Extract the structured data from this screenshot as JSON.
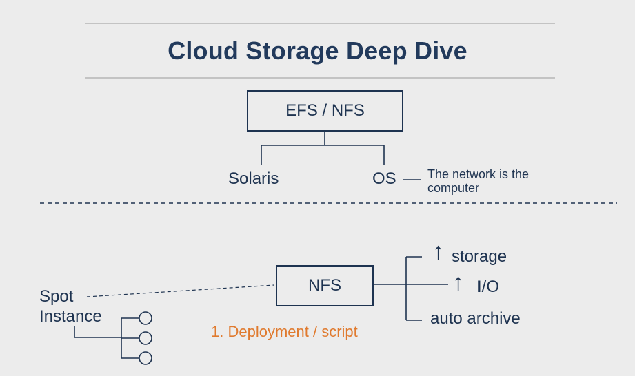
{
  "title": "Cloud Storage Deep Dive",
  "top_diagram": {
    "root": "EFS / NFS",
    "children": [
      "Solaris",
      "OS"
    ],
    "note": "The network is the computer"
  },
  "bottom_diagram": {
    "center": "NFS",
    "left_label_line1": "Spot",
    "left_label_line2": "Instance",
    "branches": [
      {
        "arrow": "↑",
        "label": "storage"
      },
      {
        "arrow": "↑",
        "label": "I/O"
      },
      {
        "arrow": "",
        "label": "auto archive"
      }
    ],
    "step": "1. Deployment / script"
  },
  "colors": {
    "background": "#ececec",
    "ink": "#1e3350",
    "accent": "#e07a2e"
  }
}
